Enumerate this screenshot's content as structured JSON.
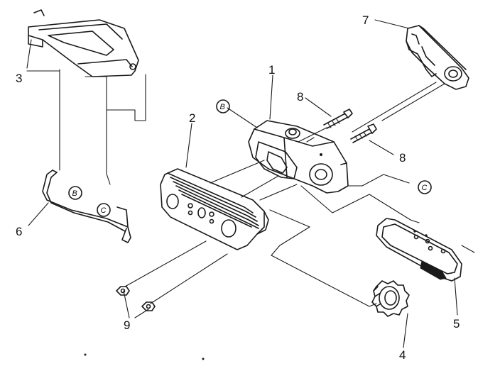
{
  "callouts": {
    "n1": "1",
    "n2": "2",
    "n3": "3",
    "n4": "4",
    "n5": "5",
    "n6": "6",
    "n7": "7",
    "n8a": "8",
    "n8b": "8",
    "n9": "9"
  },
  "circled_refs": {
    "b_top": "B",
    "b_left": "B",
    "c_left": "C",
    "c_right": "C"
  },
  "colors": {
    "ink": "#1a1a1a",
    "paper": "#ffffff"
  }
}
